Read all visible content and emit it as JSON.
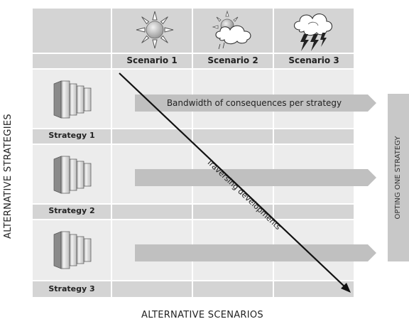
{
  "header": {
    "scenarios": [
      "Scenario 1",
      "Scenario 2",
      "Scenario 3"
    ],
    "weather_icons": [
      "sun-icon",
      "sun-cloud-icon",
      "thunderstorm-icon"
    ]
  },
  "rows": {
    "strategies": [
      "Strategy 1",
      "Strategy 2",
      "Strategy 3"
    ],
    "strategy_icon": "building-icon"
  },
  "arrows": {
    "bandwidth_label": "Bandwidth of consequences per strategy",
    "traversing_label": "Traversing developments"
  },
  "axes": {
    "y_label": "ALTERNATIVE STRATEGIES",
    "x_label": "ALTERNATIVE SCENARIOS",
    "right_label": "OPTING ONE STRATEGY"
  },
  "colors": {
    "dark_cell": "#d4d4d4",
    "light_cell": "#ececec",
    "arrow_fill": "#c0c0c0",
    "diagonal": "#111111"
  }
}
